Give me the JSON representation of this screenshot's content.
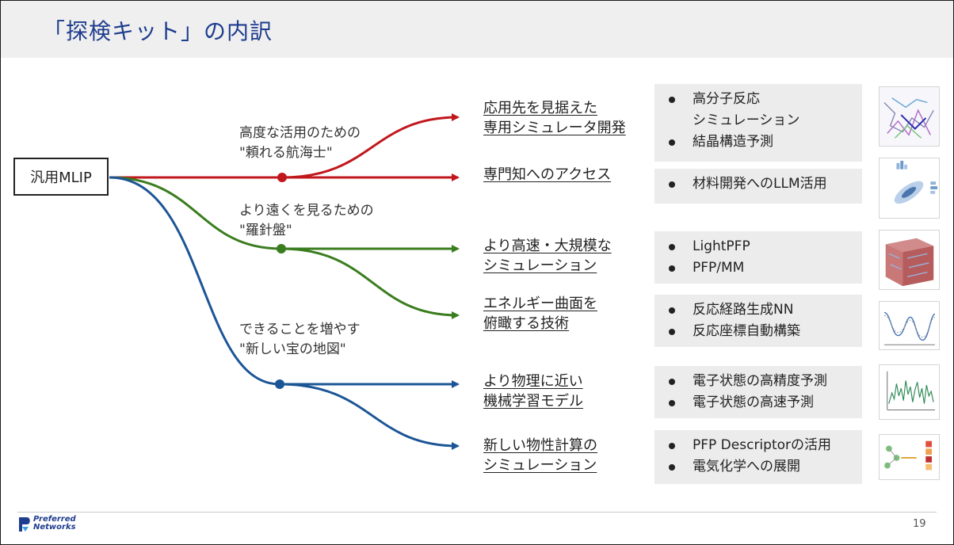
{
  "slide": {
    "title": "「探検キット」の内訳",
    "page_number": "19"
  },
  "root": {
    "label": "汎用MLIP"
  },
  "branches": [
    {
      "label_line1": "高度な活用のための",
      "label_line2": "\"頼れる航海士\"",
      "color": "#c0171c"
    },
    {
      "label_line1": "より遠くを見るための",
      "label_line2": "\"羅針盤\"",
      "color": "#3a7d1e"
    },
    {
      "label_line1": "できることを増やす",
      "label_line2": "\"新しい宝の地図\"",
      "color": "#1c5596"
    }
  ],
  "targets": [
    {
      "line1": "応用先を見据えた",
      "line2": "専用シミュレータ開発"
    },
    {
      "line1": "専門知へのアクセス",
      "line2": ""
    },
    {
      "line1": "より高速・大規模な",
      "line2": "シミュレーション"
    },
    {
      "line1": "エネルギー曲面を",
      "line2": "俯瞰する技術"
    },
    {
      "line1": "より物理に近い",
      "line2": "機械学習モデル"
    },
    {
      "line1": "新しい物性計算の",
      "line2": "シミュレーション"
    }
  ],
  "details": [
    {
      "items": [
        "高分子反応",
        "結晶構造予測"
      ],
      "item1_cont": "シミュレーション"
    },
    {
      "items": [
        "材料開発へのLLM活用"
      ]
    },
    {
      "items": [
        "LightPFP",
        "PFP/MM"
      ]
    },
    {
      "items": [
        "反応経路生成NN",
        "反応座標自動構築"
      ]
    },
    {
      "items": [
        "電子状態の高精度予測",
        "電子状態の高速予測"
      ]
    },
    {
      "items": [
        "PFP Descriptorの活用",
        "電気化学への展開"
      ]
    }
  ],
  "footer": {
    "logo_line1": "Preferred",
    "logo_line2": "Networks",
    "logo_color": "#1f3d8f"
  }
}
